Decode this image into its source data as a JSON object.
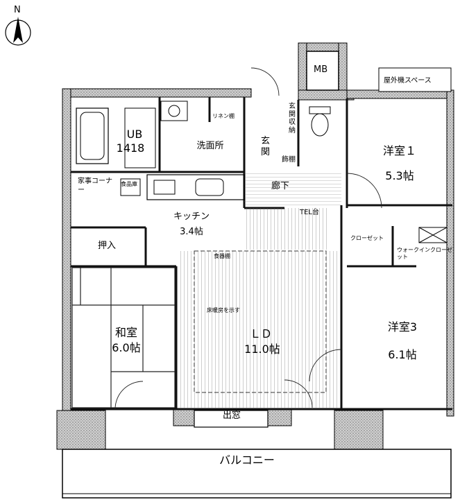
{
  "compass": {
    "label": "N"
  },
  "rooms": {
    "mb": "MB",
    "outdoor_unit_space": "屋外機スペース",
    "ub_name": "UB",
    "ub_size": "1418",
    "washroom": "洗面所",
    "linen_shelf": "リネン棚",
    "entrance": "玄関",
    "entrance_storage": "玄関収納",
    "decor_shelf": "飾棚",
    "western1_name": "洋室１",
    "western1_size": "5.3帖",
    "housework_corner": "家事コーナー",
    "pantry": "食品庫",
    "corridor": "廊下",
    "tel_stand": "TEL台",
    "closet": "クローゼット",
    "walkin_closet": "ウォークインクローゼット",
    "kitchen_name": "キッチン",
    "kitchen_size": "3.4帖",
    "oshiire": "押入",
    "dish_shelf": "食器棚",
    "floor_heating": "床暖房を示す",
    "washitsu_name": "和室",
    "washitsu_size": "6.0帖",
    "ld_name": "ＬＤ",
    "ld_size": "11.0帖",
    "western3_name": "洋室3",
    "western3_size": "6.1帖",
    "bay_window": "出窓",
    "balcony": "バルコニー"
  },
  "colors": {
    "wall": "#111111",
    "wall_fill": "#cfcfcf",
    "floor_hatch": "#555555"
  }
}
